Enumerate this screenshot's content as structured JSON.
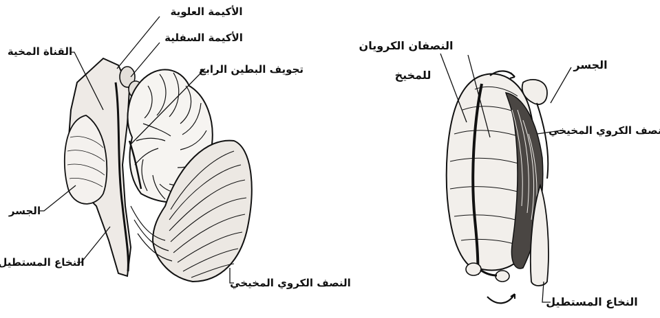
{
  "colors": {
    "ink": "#111111",
    "paper": "#ffffff",
    "shade": "#e9e6e2"
  },
  "left_figure": {
    "labels": {
      "superior_colliculus": "الأكيمة العلوية",
      "inferior_colliculus": "الأكيمة السفلية",
      "cerebral_aqueduct": "القناة المخية",
      "fourth_ventricle": "تجويف البطين الرابع",
      "pons": "الجسر",
      "medulla": "النخاع المستطيل",
      "cerebellar_hemisphere": "النصف الكروي المخيخي"
    }
  },
  "right_figure": {
    "labels": {
      "hemispheres_line1": "النصفان الكرويان",
      "hemispheres_line2": "للمخيخ",
      "pons": "الجسر",
      "cerebellar_hemisphere": "النصف الكروي المخيخي",
      "medulla": "النخاع المستطيل"
    }
  }
}
